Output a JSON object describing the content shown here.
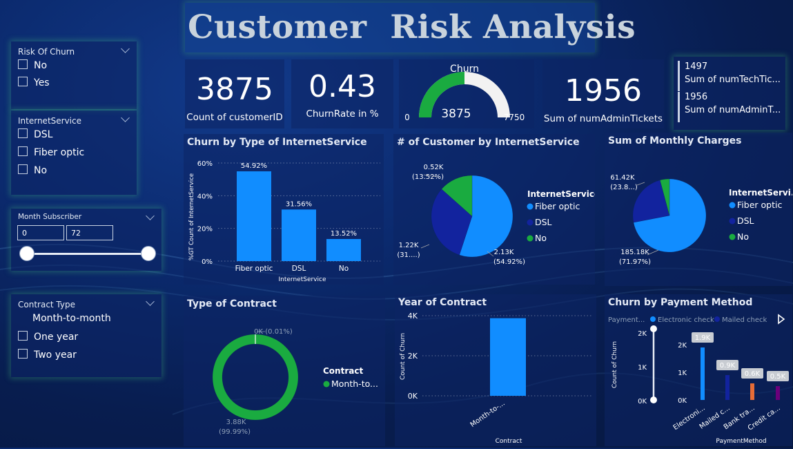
{
  "title": "Customer  Risk Analysis",
  "slicers": {
    "risk_of_churn": {
      "title": "Risk Of Churn",
      "options": [
        "No",
        "Yes"
      ]
    },
    "internet_service": {
      "title": "InternetService",
      "options": [
        "DSL",
        "Fiber optic",
        "No"
      ]
    },
    "month_subscriber": {
      "title": "Month Subscriber",
      "min": "0",
      "max": "72"
    },
    "contract_type": {
      "title": "Contract Type",
      "options": [
        "Month-to-month",
        "One year",
        "Two year"
      ]
    }
  },
  "kpis": {
    "count_customer": {
      "value": "3875",
      "label": "Count of customerID"
    },
    "churn_rate": {
      "value": "0.43",
      "label": "ChurnRate in %"
    },
    "admin_tickets": {
      "value": "1956",
      "label": "Sum of numAdminTickets"
    }
  },
  "gauge": {
    "title": "Churn",
    "value": "3875",
    "min": "0",
    "max": "7750",
    "value_num": 3875,
    "max_num": 7750
  },
  "multi_card": {
    "rows": [
      {
        "value": "1497",
        "label": "Sum of numTechTic..."
      },
      {
        "value": "1956",
        "label": "Sum of numAdminT..."
      }
    ]
  },
  "colors": {
    "primary": "#118DFF",
    "dark_blue": "#12239E",
    "green": "#1AAB40",
    "orange": "#E66C37",
    "purple": "#6B007B"
  },
  "chart_data": [
    {
      "type": "bar",
      "title": "Churn by Type of InternetService",
      "xlabel": "InternetService",
      "ylabel": "%GT Count of InternetService",
      "categories": [
        "Fiber optic",
        "DSL",
        "No"
      ],
      "values": [
        54.92,
        31.56,
        13.52
      ],
      "value_labels": [
        "54.92%",
        "31.56%",
        "13.52%"
      ],
      "yticks": [
        "0%",
        "20%",
        "40%",
        "60%"
      ],
      "ylim": [
        0,
        60
      ]
    },
    {
      "type": "pie",
      "title": "# of Customer by InternetService",
      "legend_title": "InternetService",
      "categories": [
        "Fiber optic",
        "DSL",
        "No"
      ],
      "values": [
        2.13,
        1.22,
        0.52
      ],
      "labels": [
        [
          "2.13K",
          "(54.92%)"
        ],
        [
          "1.22K",
          "(31....)"
        ],
        [
          "0.52K",
          "(13.52%)"
        ]
      ]
    },
    {
      "type": "pie",
      "title": "Sum of Monthly Charges",
      "legend_title": "InternetServi...",
      "categories": [
        "Fiber optic",
        "DSL",
        "No"
      ],
      "values": [
        185.18,
        61.42,
        10.7
      ],
      "labels": [
        [
          "185.18K",
          "(71.97%)"
        ],
        [
          "61.42K",
          "(23.8...)"
        ]
      ]
    },
    {
      "type": "pie",
      "title": "Type of Contract",
      "legend_title": "Contract",
      "categories": [
        "Month-to..."
      ],
      "values": [
        3.88,
        0.0004
      ],
      "labels": [
        [
          "3.88K",
          "(99.99%)"
        ],
        [
          "0K (0.01%)"
        ]
      ]
    },
    {
      "type": "bar",
      "title": "Year of Contract",
      "xlabel": "Contract",
      "ylabel": "Count of Churn",
      "categories": [
        "Month-to-..."
      ],
      "values": [
        3875
      ],
      "yticks": [
        "0K",
        "2K",
        "4K"
      ],
      "ylim": [
        0,
        4000
      ]
    },
    {
      "type": "bar",
      "title": "Churn by Payment Method",
      "legend_prefix": "Payment...",
      "legend": [
        "Electronic check",
        "Mailed check"
      ],
      "xlabel": "PaymentMethod",
      "ylabel": "Count of Churn",
      "categories": [
        "Electroni...",
        "Mailed c...",
        "Bank tra...",
        "Credit ca..."
      ],
      "values": [
        1900,
        900,
        600,
        500
      ],
      "value_labels": [
        "1.9K",
        "0.9K",
        "0.6K",
        "0.5K"
      ],
      "yticks": [
        "0K",
        "1K",
        "2K"
      ],
      "slider_ticks": [
        "0K",
        "1K",
        "2K"
      ],
      "ylim": [
        0,
        2000
      ]
    }
  ]
}
